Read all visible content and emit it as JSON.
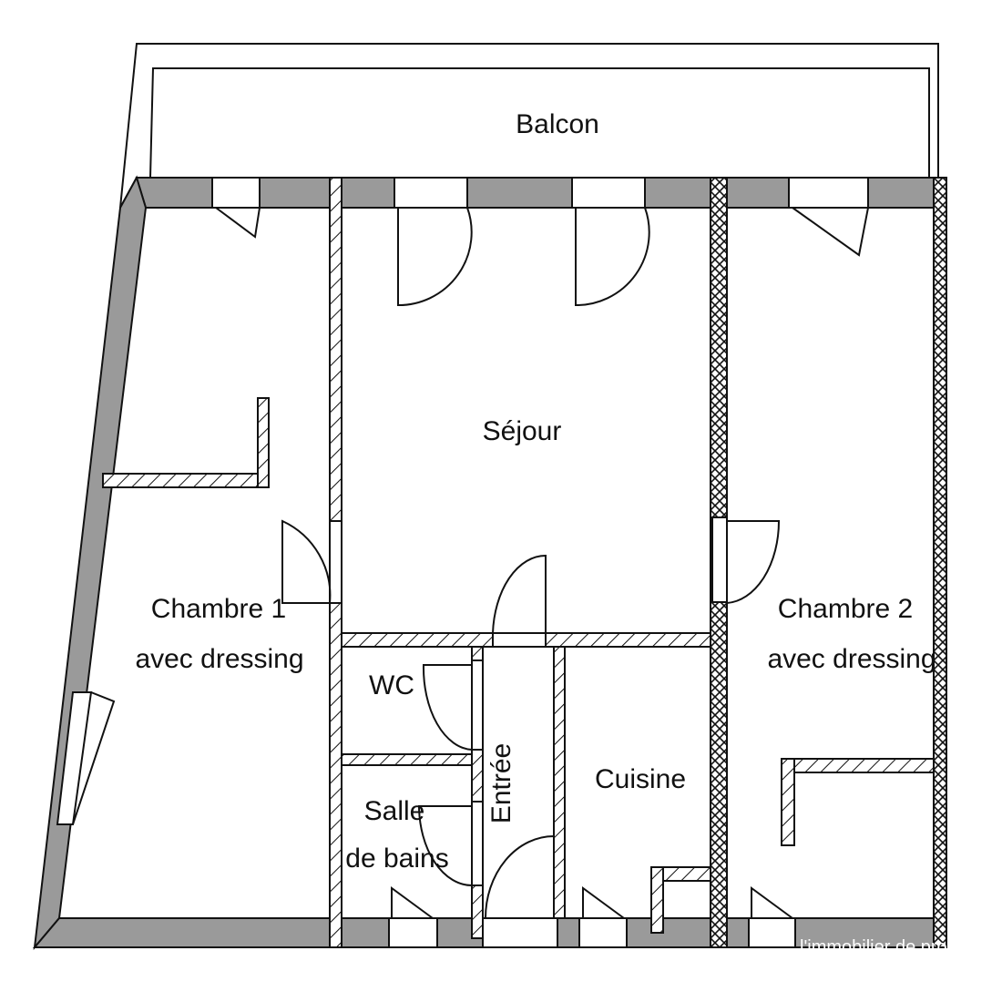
{
  "rooms": {
    "balcon": "Balcon",
    "sejour": "Séjour",
    "chambre1_line1": "Chambre 1",
    "chambre1_line2": "avec dressing",
    "chambre2_line1": "Chambre 2",
    "chambre2_line2": "avec dressing",
    "wc": "WC",
    "sdb_line1": "Salle",
    "sdb_line2": "de bains",
    "entree": "Entrée",
    "cuisine": "Cuisine"
  },
  "watermark": "l'immobilier de pro",
  "colors": {
    "wall": "#9a9a9a",
    "line": "#111111"
  }
}
